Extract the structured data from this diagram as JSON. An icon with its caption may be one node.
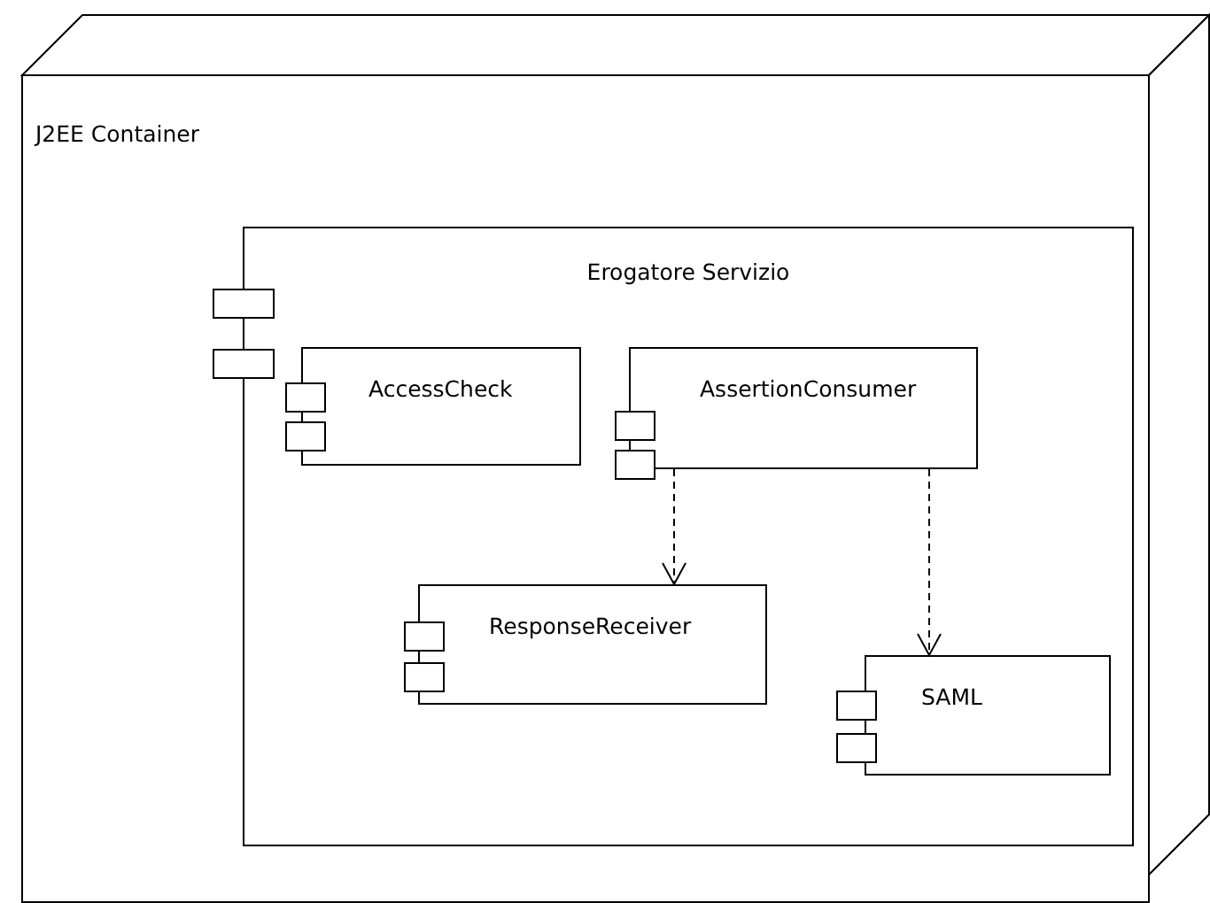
{
  "diagram": {
    "nodes": [
      {
        "text": [
          "J2EE Container"
        ]
      },
      {
        "text": [
          "Erogatore Servizio"
        ],
        "in": 0
      },
      {
        "text": [
          "AccessCheck"
        ],
        "in": 1
      },
      {
        "text": [
          "AssertionConsumer"
        ],
        "in": 1
      },
      {
        "text": [
          "ResponseReceiver"
        ],
        "in": 1
      },
      {
        "text": [
          "SAML"
        ],
        "in": 1
      }
    ],
    "edges": [
      {
        "from": 3,
        "to": 4,
        "arrow": "to",
        "style": "dashed"
      },
      {
        "from": 3,
        "to": 5,
        "arrow": "to",
        "style": "dashed"
      }
    ]
  }
}
